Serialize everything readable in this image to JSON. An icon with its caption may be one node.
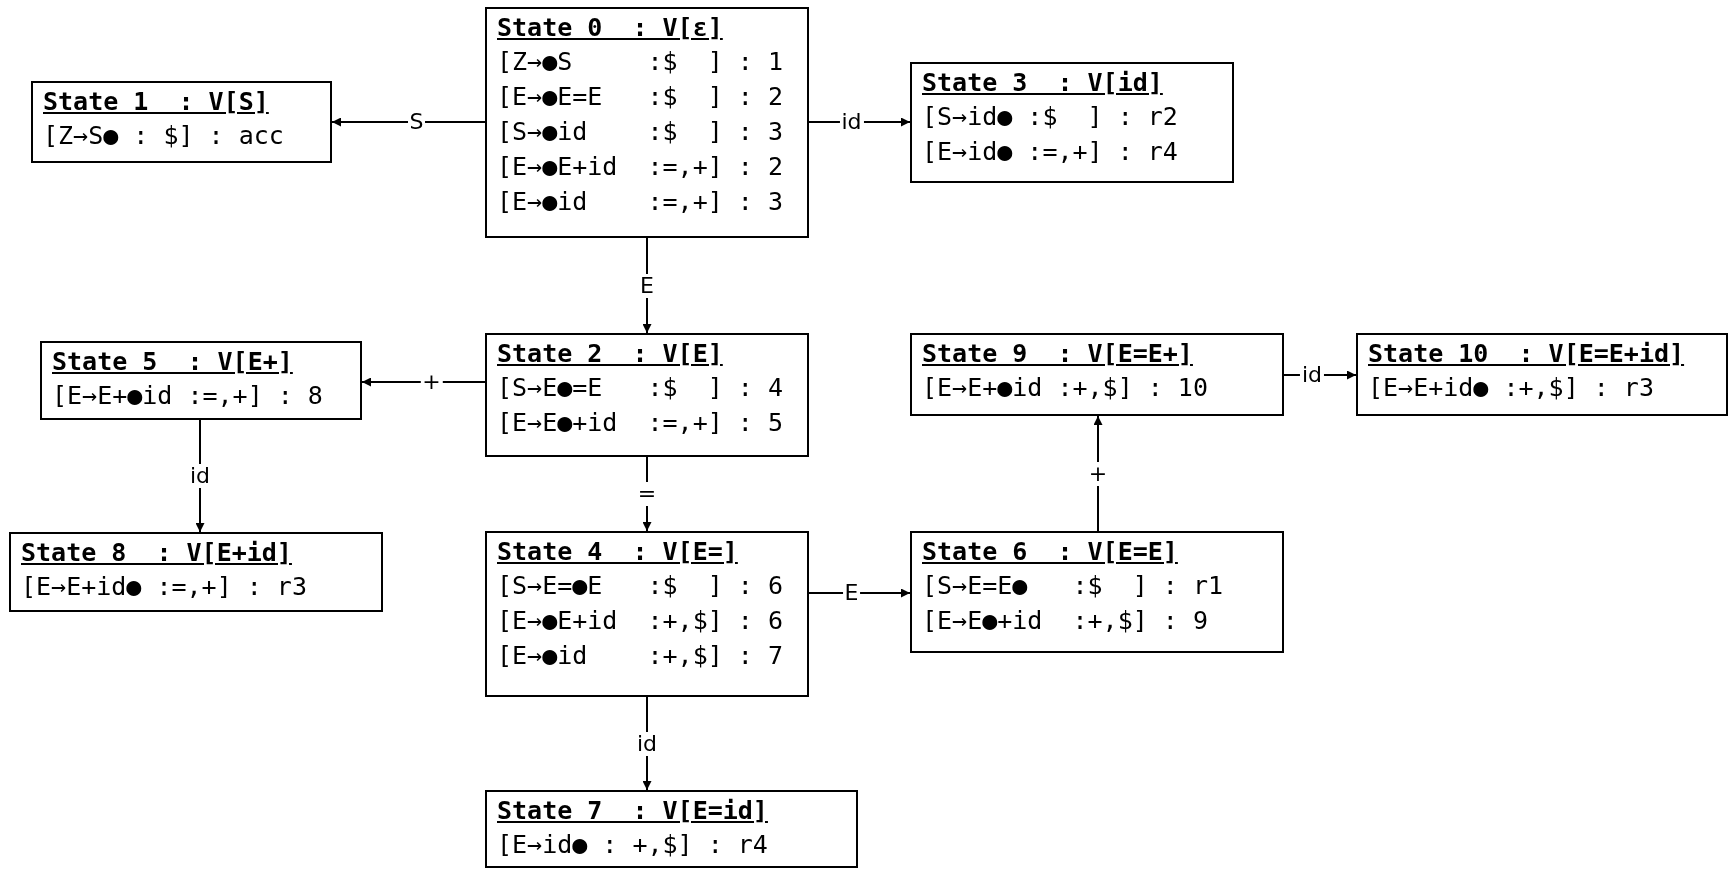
{
  "diagram": {
    "nodes": [
      {
        "text": [
          "State 0  : V[ε]",
          "[Z→●S     :$  ] : 1",
          "[E→●E=E   :$  ] : 2",
          "[S→●id    :$  ] : 3",
          "[E→●E+id  :=,+] : 2",
          "[E→●id    :=,+] : 3"
        ]
      },
      {
        "text": [
          "State 1  : V[S]",
          "[Z→S● : $] : acc"
        ]
      },
      {
        "text": [
          "State 2  : V[E]",
          "[S→E●=E   :$  ] : 4",
          "[E→E●+id  :=,+] : 5"
        ]
      },
      {
        "text": [
          "State 3  : V[id]",
          "[S→id● :$  ] : r2",
          "[E→id● :=,+] : r4"
        ]
      },
      {
        "text": [
          "State 4  : V[E=]",
          "[S→E=●E   :$  ] : 6",
          "[E→●E+id  :+,$] : 6",
          "[E→●id    :+,$] : 7"
        ]
      },
      {
        "text": [
          "State 5  : V[E+]",
          "[E→E+●id :=,+] : 8"
        ]
      },
      {
        "text": [
          "State 6  : V[E=E]",
          "[S→E=E●   :$  ] : r1",
          "[E→E●+id  :+,$] : 9"
        ]
      },
      {
        "text": [
          "State 7  : V[E=id]",
          "[E→id● : +,$] : r4"
        ]
      },
      {
        "text": [
          "State 8  : V[E+id]",
          "[E→E+id● :=,+] : r3"
        ]
      },
      {
        "text": [
          "State 9  : V[E=E+]",
          "[E→E+●id :+,$] : 10"
        ]
      },
      {
        "text": [
          "State 10  : V[E=E+id]",
          "[E→E+id● :+,$] : r3"
        ]
      }
    ],
    "edges": [
      {
        "from": 0,
        "to": 1,
        "arrow": "to",
        "label": "S"
      },
      {
        "from": 0,
        "to": 3,
        "arrow": "to",
        "label": "id"
      },
      {
        "from": 0,
        "to": 2,
        "arrow": "to",
        "label": "E"
      },
      {
        "from": 2,
        "to": 5,
        "arrow": "to",
        "label": "+"
      },
      {
        "from": 5,
        "to": 8,
        "arrow": "to",
        "label": "id"
      },
      {
        "from": 2,
        "to": 4,
        "arrow": "to",
        "label": "="
      },
      {
        "from": 4,
        "to": 6,
        "arrow": "to",
        "label": "E"
      },
      {
        "from": 6,
        "to": 9,
        "arrow": "to",
        "label": "+"
      },
      {
        "from": 9,
        "to": 10,
        "arrow": "to",
        "label": "id"
      },
      {
        "from": 4,
        "to": 7,
        "arrow": "to",
        "label": "id"
      }
    ]
  }
}
